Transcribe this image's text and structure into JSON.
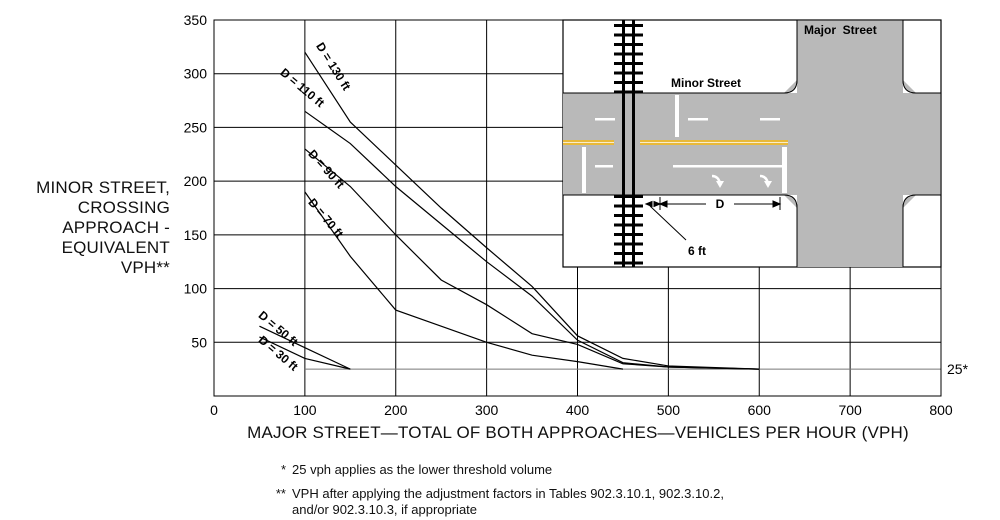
{
  "chart_data": {
    "type": "line",
    "title": "",
    "ylabel_lines": [
      "MINOR STREET,",
      "CROSSING",
      "APPROACH -",
      "EQUIVALENT",
      "VPH**"
    ],
    "xlabel": "MAJOR STREET—TOTAL OF BOTH APPROACHES—VEHICLES PER HOUR (VPH)",
    "xlim": [
      0,
      800
    ],
    "ylim": [
      0,
      350
    ],
    "x_ticks": [
      0,
      100,
      200,
      300,
      400,
      500,
      600,
      700,
      800
    ],
    "y_ticks": [
      50,
      100,
      150,
      200,
      250,
      300,
      350
    ],
    "grid": true,
    "threshold": {
      "value": 25,
      "label": "25*"
    },
    "series": [
      {
        "name": "D = 130 ft",
        "points": [
          [
            100,
            320
          ],
          [
            150,
            255
          ],
          [
            200,
            215
          ],
          [
            250,
            175
          ],
          [
            300,
            138
          ],
          [
            350,
            102
          ],
          [
            400,
            56
          ],
          [
            450,
            35
          ],
          [
            500,
            28
          ],
          [
            600,
            25
          ]
        ]
      },
      {
        "name": "D = 110 ft",
        "points": [
          [
            100,
            265
          ],
          [
            150,
            235
          ],
          [
            200,
            195
          ],
          [
            250,
            160
          ],
          [
            300,
            125
          ],
          [
            350,
            93
          ],
          [
            400,
            52
          ],
          [
            450,
            31
          ],
          [
            500,
            27
          ],
          [
            600,
            25
          ]
        ]
      },
      {
        "name": "D = 90 ft",
        "points": [
          [
            100,
            230
          ],
          [
            150,
            195
          ],
          [
            200,
            150
          ],
          [
            250,
            108
          ],
          [
            300,
            85
          ],
          [
            350,
            58
          ],
          [
            400,
            48
          ],
          [
            450,
            30
          ],
          [
            500,
            27
          ],
          [
            600,
            25
          ]
        ]
      },
      {
        "name": "D = 70 ft",
        "points": [
          [
            100,
            190
          ],
          [
            150,
            130
          ],
          [
            200,
            80
          ],
          [
            250,
            65
          ],
          [
            300,
            50
          ],
          [
            350,
            38
          ],
          [
            400,
            32
          ],
          [
            450,
            25
          ]
        ]
      },
      {
        "name": "D = 50 ft",
        "points": [
          [
            50,
            65
          ],
          [
            100,
            45
          ],
          [
            150,
            25
          ]
        ]
      },
      {
        "name": "D = 30 ft",
        "points": [
          [
            50,
            55
          ],
          [
            100,
            35
          ],
          [
            150,
            25
          ]
        ]
      }
    ]
  },
  "inset": {
    "major_street_label": "Major  Street",
    "minor_street_label": "Minor Street",
    "distance_label": "D",
    "offset_label": "6 ft"
  },
  "footnotes": [
    {
      "mark": "*",
      "text": "25 vph applies as the lower threshold volume"
    },
    {
      "mark": "**",
      "text": "VPH after applying the adjustment factors in Tables 902.3.10.1, 902.3.10.2,",
      "text2": "and/or 902.3.10.3, if appropriate"
    }
  ],
  "colors": {
    "road": "#b9b9b9",
    "centerline": "#e8b93a",
    "ink": "#000000",
    "grid": "#000000"
  }
}
